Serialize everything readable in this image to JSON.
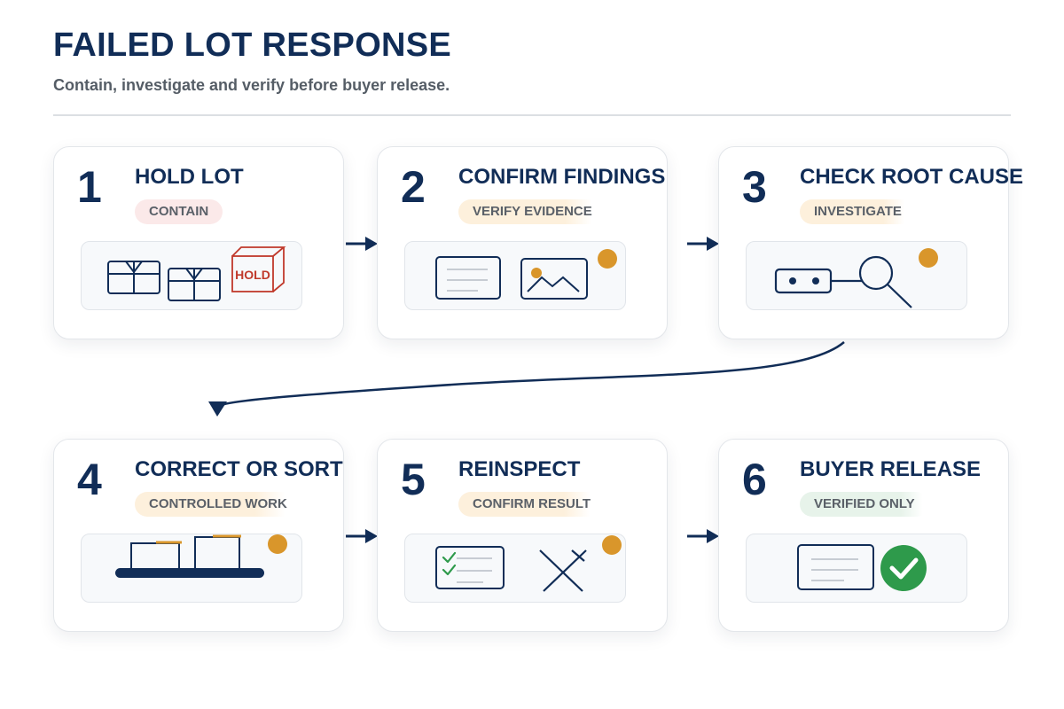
{
  "header": {
    "title": "FAILED LOT RESPONSE",
    "subtitle": "Contain, investigate and verify before buyer release."
  },
  "colors": {
    "navy": "#112d57",
    "amber": "#d9962b",
    "hold_red": "#c0392b",
    "check_green": "#2e9a4b",
    "pill_red": "#fbe9e9",
    "pill_amber": "#fdf0dc",
    "pill_green": "#e7f3ea"
  },
  "steps": [
    {
      "number": "1",
      "title": "HOLD LOT",
      "tag": "CONTAIN",
      "icon": "boxes-on-hold-icon",
      "hold_label": "HOLD"
    },
    {
      "number": "2",
      "title": "CONFIRM FINDINGS",
      "tag": "VERIFY EVIDENCE",
      "icon": "document-and-photo-icon"
    },
    {
      "number": "3",
      "title": "CHECK ROOT CAUSE",
      "tag": "INVESTIGATE",
      "icon": "magnifier-icon"
    },
    {
      "number": "4",
      "title": "CORRECT OR SORT",
      "tag": "CONTROLLED WORK",
      "icon": "sorting-line-icon"
    },
    {
      "number": "5",
      "title": "REINSPECT",
      "tag": "CONFIRM RESULT",
      "icon": "checklist-icon"
    },
    {
      "number": "6",
      "title": "BUYER RELEASE",
      "tag": "VERIFIED ONLY",
      "icon": "approved-document-icon"
    }
  ]
}
